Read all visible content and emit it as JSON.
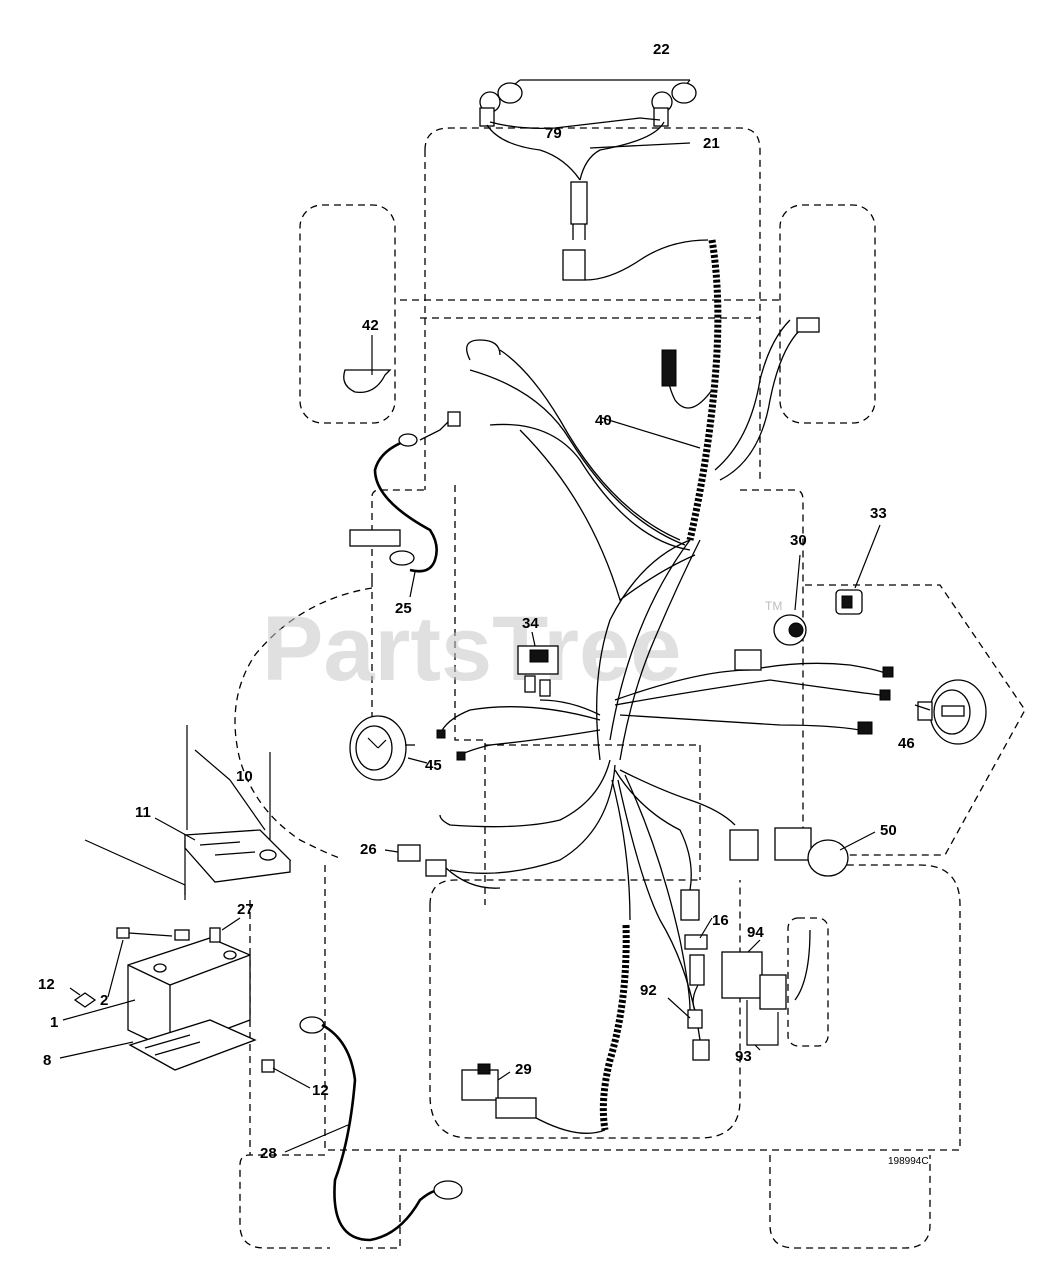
{
  "callouts": [
    {
      "id": "22",
      "label": "22"
    },
    {
      "id": "79",
      "label": "79"
    },
    {
      "id": "21",
      "label": "21"
    },
    {
      "id": "42",
      "label": "42"
    },
    {
      "id": "40",
      "label": "40"
    },
    {
      "id": "33",
      "label": "33"
    },
    {
      "id": "30",
      "label": "30"
    },
    {
      "id": "25",
      "label": "25"
    },
    {
      "id": "34",
      "label": "34"
    },
    {
      "id": "10",
      "label": "10"
    },
    {
      "id": "11",
      "label": "11"
    },
    {
      "id": "45",
      "label": "45"
    },
    {
      "id": "46",
      "label": "46"
    },
    {
      "id": "50",
      "label": "50"
    },
    {
      "id": "26",
      "label": "26"
    },
    {
      "id": "27",
      "label": "27"
    },
    {
      "id": "16",
      "label": "16"
    },
    {
      "id": "94",
      "label": "94"
    },
    {
      "id": "12a",
      "label": "12"
    },
    {
      "id": "2",
      "label": "2"
    },
    {
      "id": "1",
      "label": "1"
    },
    {
      "id": "8",
      "label": "8"
    },
    {
      "id": "92",
      "label": "92"
    },
    {
      "id": "93",
      "label": "93"
    },
    {
      "id": "29",
      "label": "29"
    },
    {
      "id": "12b",
      "label": "12"
    },
    {
      "id": "28",
      "label": "28"
    }
  ],
  "drawing_number": "198994C",
  "watermark": {
    "text": "PartsTree",
    "trademark": "TM"
  }
}
